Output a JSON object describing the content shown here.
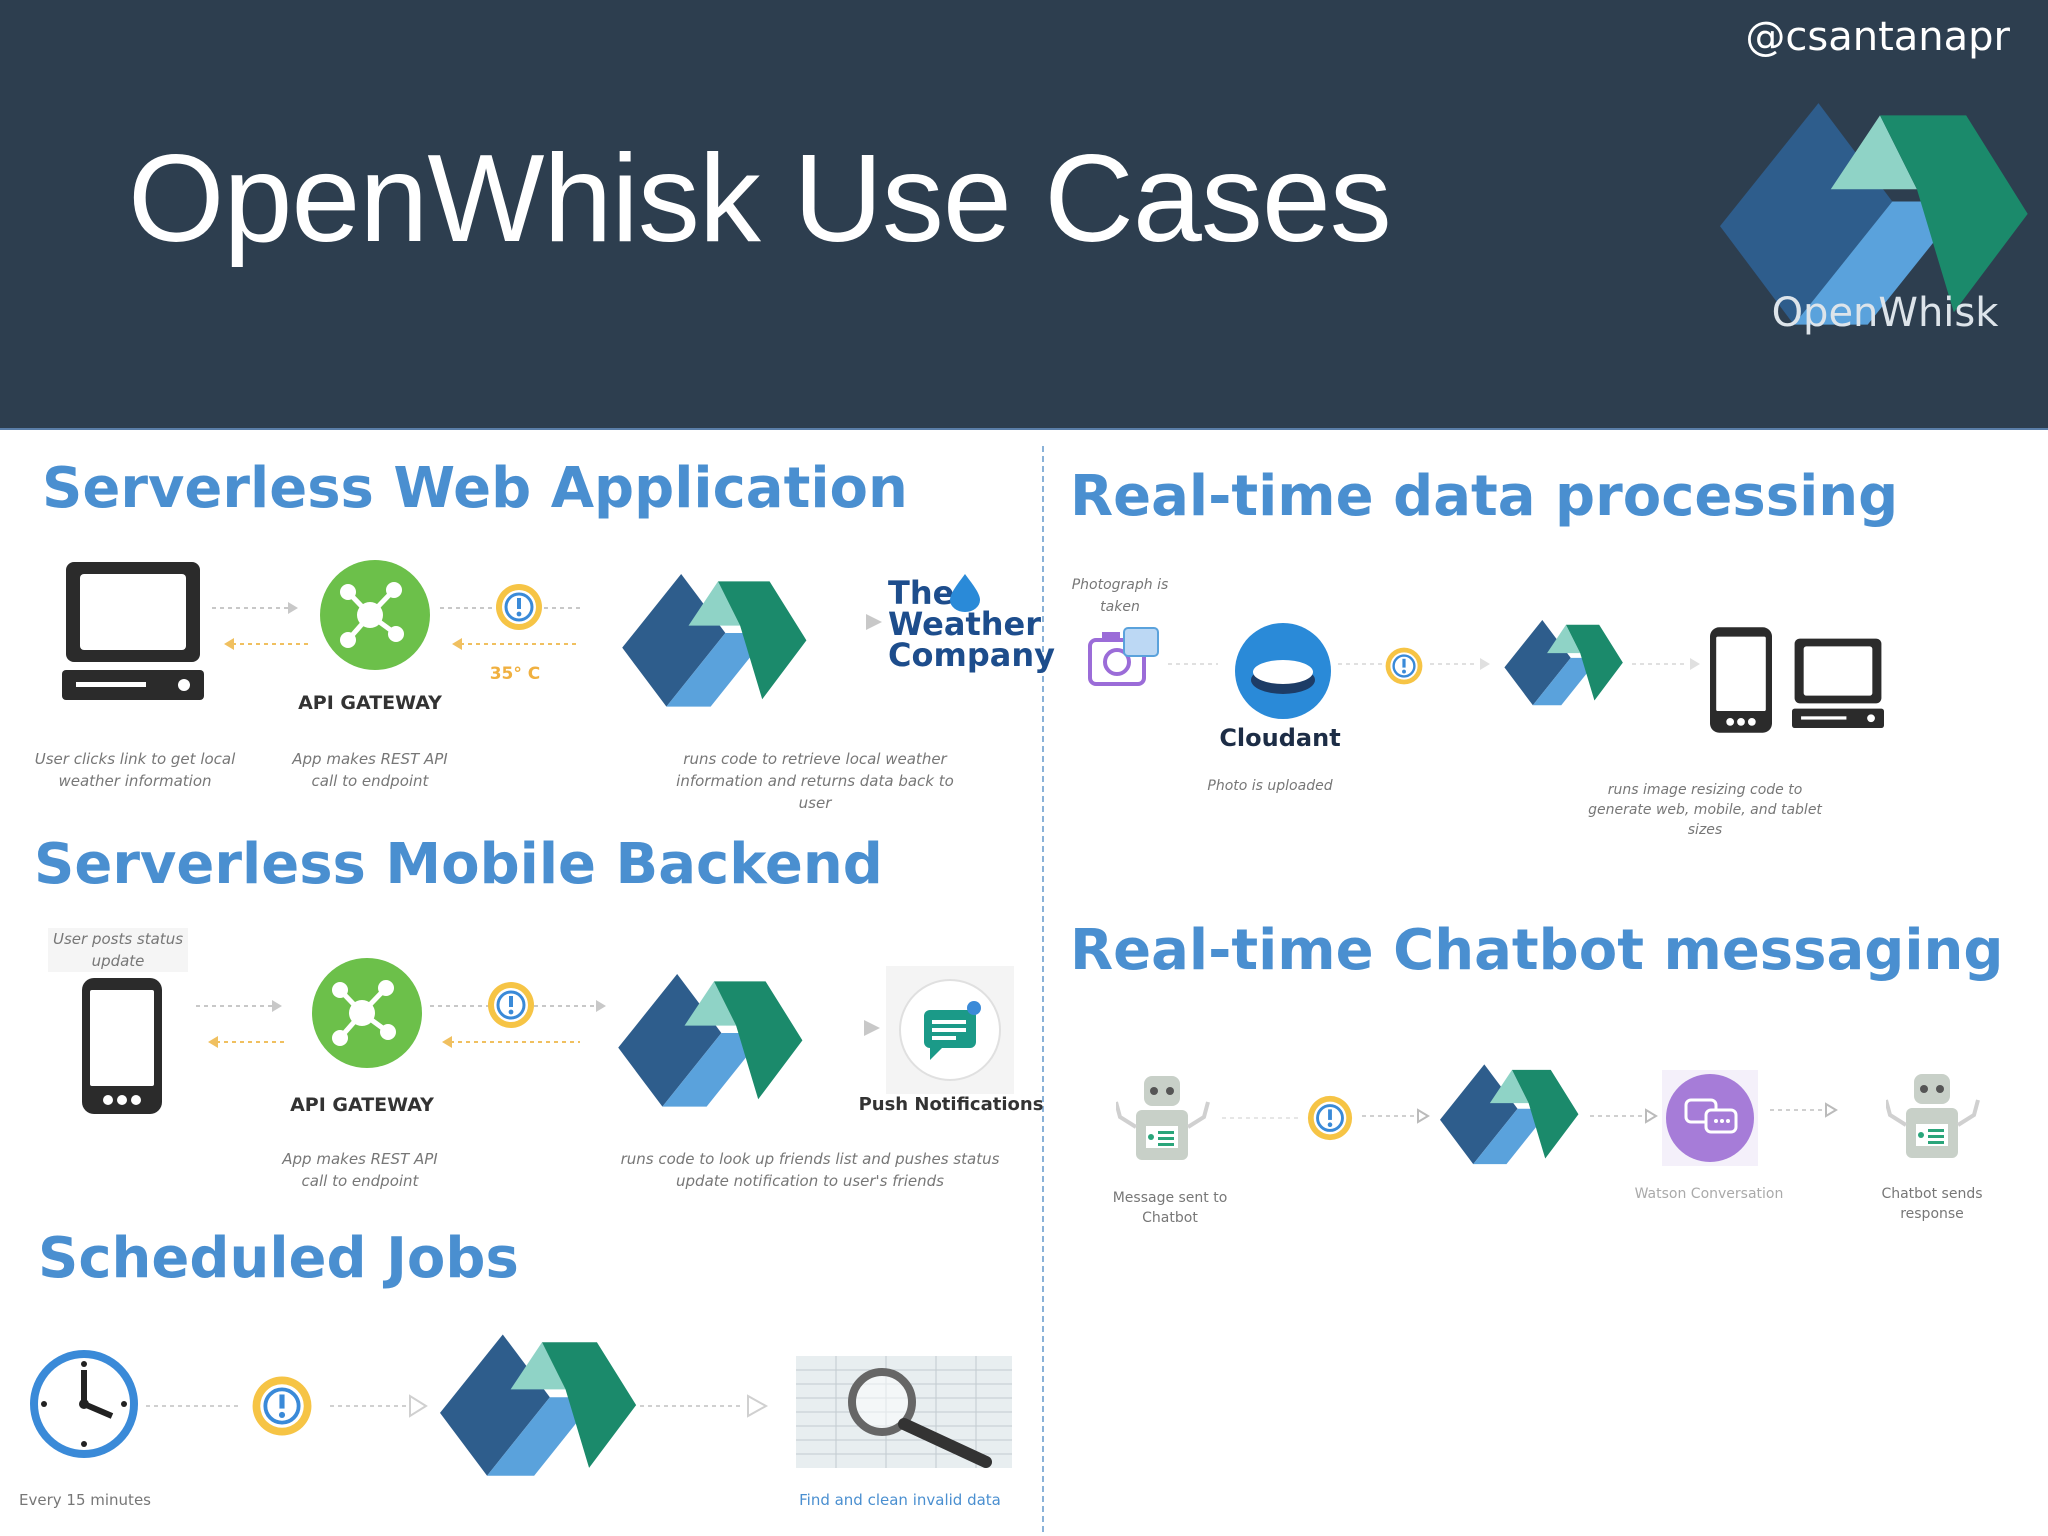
{
  "header": {
    "handle": "@csantanapr",
    "title": "OpenWhisk Use Cases",
    "logo_text": "OpenWhisk"
  },
  "colors": {
    "header_bg": "#2d3e4f",
    "section_title": "#4a8fd0",
    "logo_dark_blue": "#2e5d8c",
    "logo_light_blue": "#5aa2dc",
    "logo_green": "#1b8a6b",
    "logo_teal": "#8fd3c6"
  },
  "sections": {
    "web_app": {
      "title": "Serverless Web Application",
      "gateway_label": "API GATEWAY",
      "temp": "35° C",
      "weather_brand": [
        "The",
        "Weather",
        "Company"
      ],
      "cap1": "User clicks link to get local weather information",
      "cap2": "App makes REST API call to endpoint",
      "cap3": "runs code to retrieve local weather information and returns data back to user"
    },
    "mobile": {
      "title": "Serverless Mobile Backend",
      "cap0": "User posts status update",
      "gateway_label": "API GATEWAY",
      "push_label": "Push Notifications",
      "cap1": "App makes REST API call to endpoint",
      "cap2": "runs code to look up friends list and pushes status update notification to user's friends"
    },
    "scheduled": {
      "title": "Scheduled Jobs",
      "cap1": "Every 15 minutes",
      "cap2": "Find and clean invalid data"
    },
    "realtime": {
      "title": "Real-time data processing",
      "cap0": "Photograph is taken",
      "cloudant_label": "Cloudant",
      "cap1": "Photo is uploaded",
      "cap2": "runs image resizing code to generate web, mobile, and tablet sizes"
    },
    "chatbot": {
      "title": "Real-time Chatbot messaging",
      "cap1": "Message sent to Chatbot",
      "cap2": "Watson Conversation",
      "cap3": "Chatbot sends response"
    }
  }
}
